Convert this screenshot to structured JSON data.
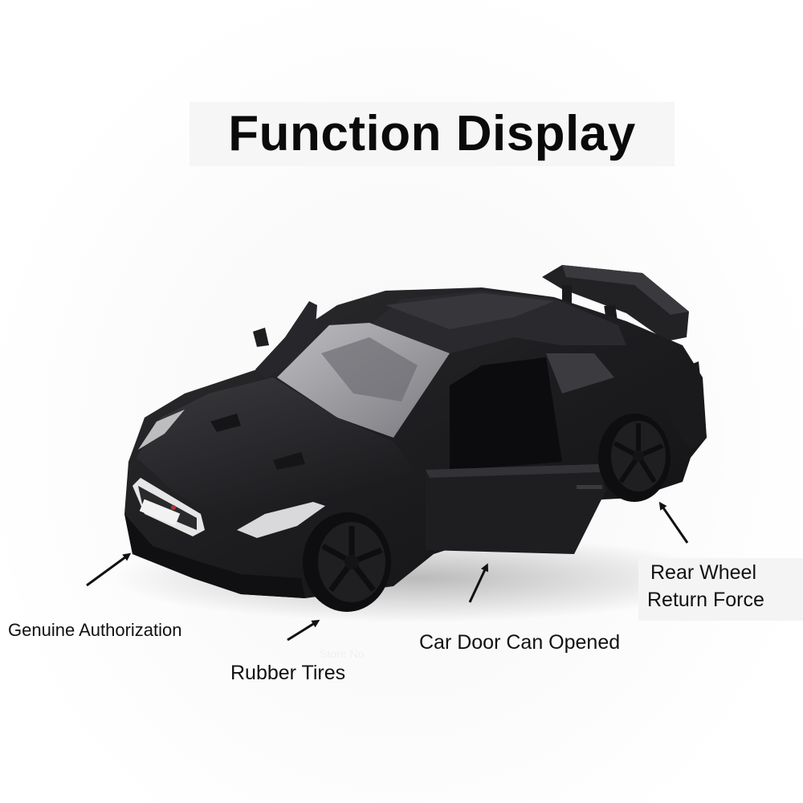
{
  "title": "Function Display",
  "features": [
    {
      "id": "genuine-authorization",
      "label": "Genuine Authorization"
    },
    {
      "id": "rubber-tires",
      "label": "Rubber Tires"
    },
    {
      "id": "car-door",
      "label": "Car Door Can Opened"
    },
    {
      "id": "rear-wheel-line1",
      "label": "Rear Wheel"
    },
    {
      "id": "rear-wheel-line2",
      "label": "Return Force"
    }
  ],
  "watermark": "Store No.",
  "colors": {
    "car_body": "#1c1c1e",
    "text": "#111111",
    "background": "#ffffff"
  }
}
